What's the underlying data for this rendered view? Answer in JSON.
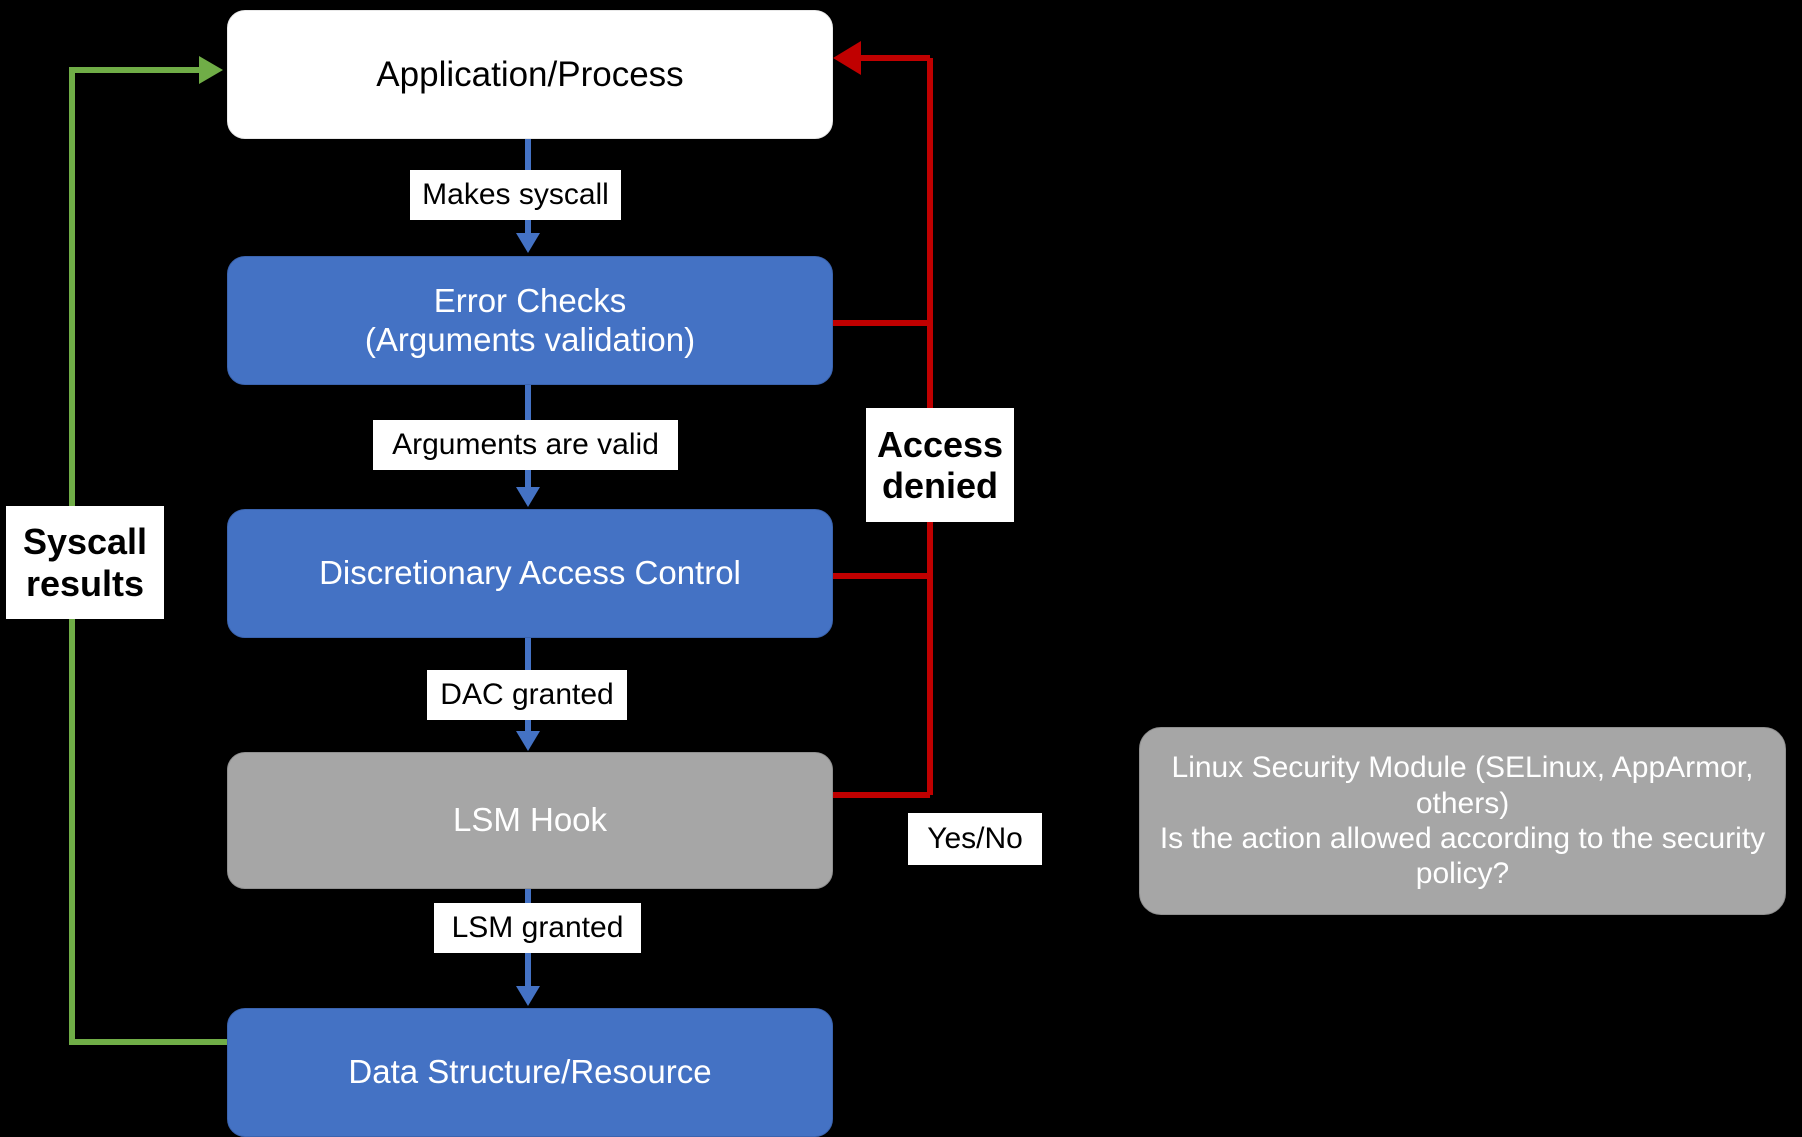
{
  "diagram": {
    "title": "Linux syscall security check flow",
    "colors": {
      "background": "#000000",
      "process_blue": "#4472C4",
      "lsm_gray": "#A6A6A6",
      "app_white": "#FFFFFF",
      "deny_red": "#C00000",
      "return_green": "#70AD47"
    }
  },
  "nodes": {
    "application": {
      "label": "Application/Process"
    },
    "error_checks": {
      "label": "Error Checks\n(Arguments validation)"
    },
    "dac": {
      "label": "Discretionary Access Control"
    },
    "lsm_hook": {
      "label": "LSM Hook"
    },
    "data_structure": {
      "label": "Data Structure/Resource"
    },
    "lsm_info": {
      "label": "Linux Security Module (SELinux, AppArmor, others)\nIs the action allowed according to the security policy?"
    }
  },
  "edges": {
    "makes_syscall": {
      "label": "Makes syscall"
    },
    "arguments_valid": {
      "label": "Arguments are valid"
    },
    "dac_granted": {
      "label": "DAC granted"
    },
    "lsm_granted": {
      "label": "LSM granted"
    },
    "access_denied": {
      "label": "Access\ndenied"
    },
    "yes_no": {
      "label": "Yes/No"
    },
    "syscall_results": {
      "label": "Syscall\nresults"
    }
  }
}
